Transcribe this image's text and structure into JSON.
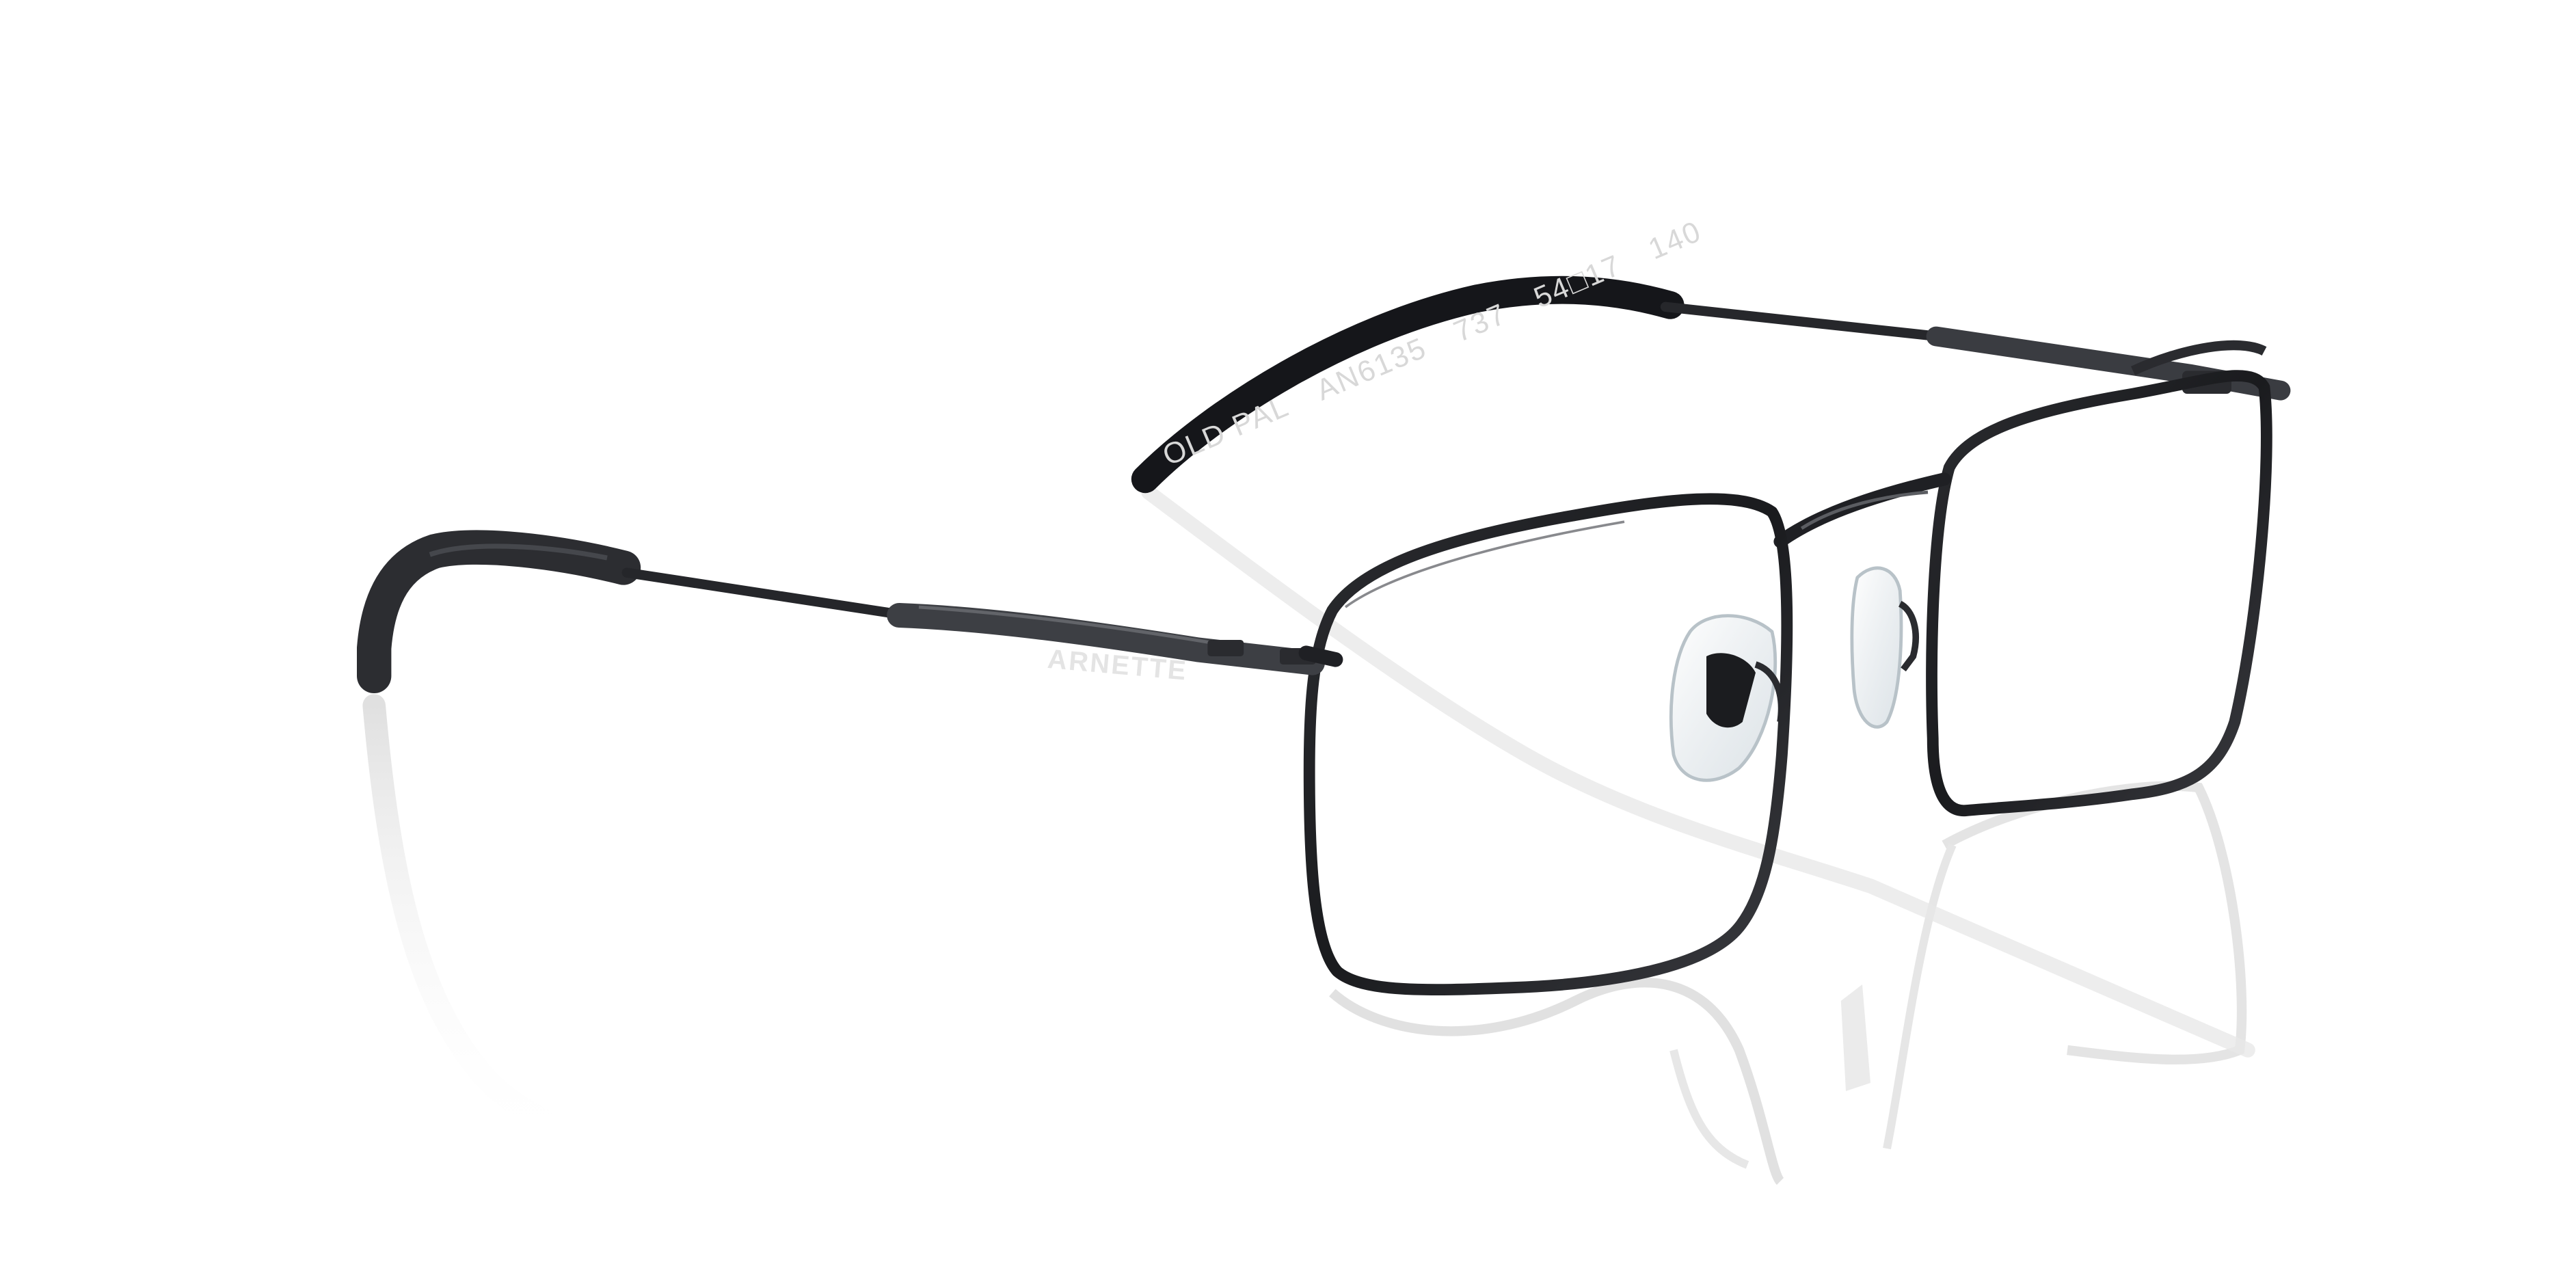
{
  "product": {
    "brand_mark": "ARNETTE",
    "temple_inscription": [
      "OLD PAL",
      "AN6135",
      "737",
      "54□17",
      "140"
    ]
  },
  "colors": {
    "background": "#ffffff",
    "frame": "#1c1d20",
    "frame_highlight": "#55575c",
    "reflection": "#cfcfcf",
    "nose_pad": "#e9eef2"
  },
  "icons": {
    "main": "eyeglasses-icon"
  }
}
